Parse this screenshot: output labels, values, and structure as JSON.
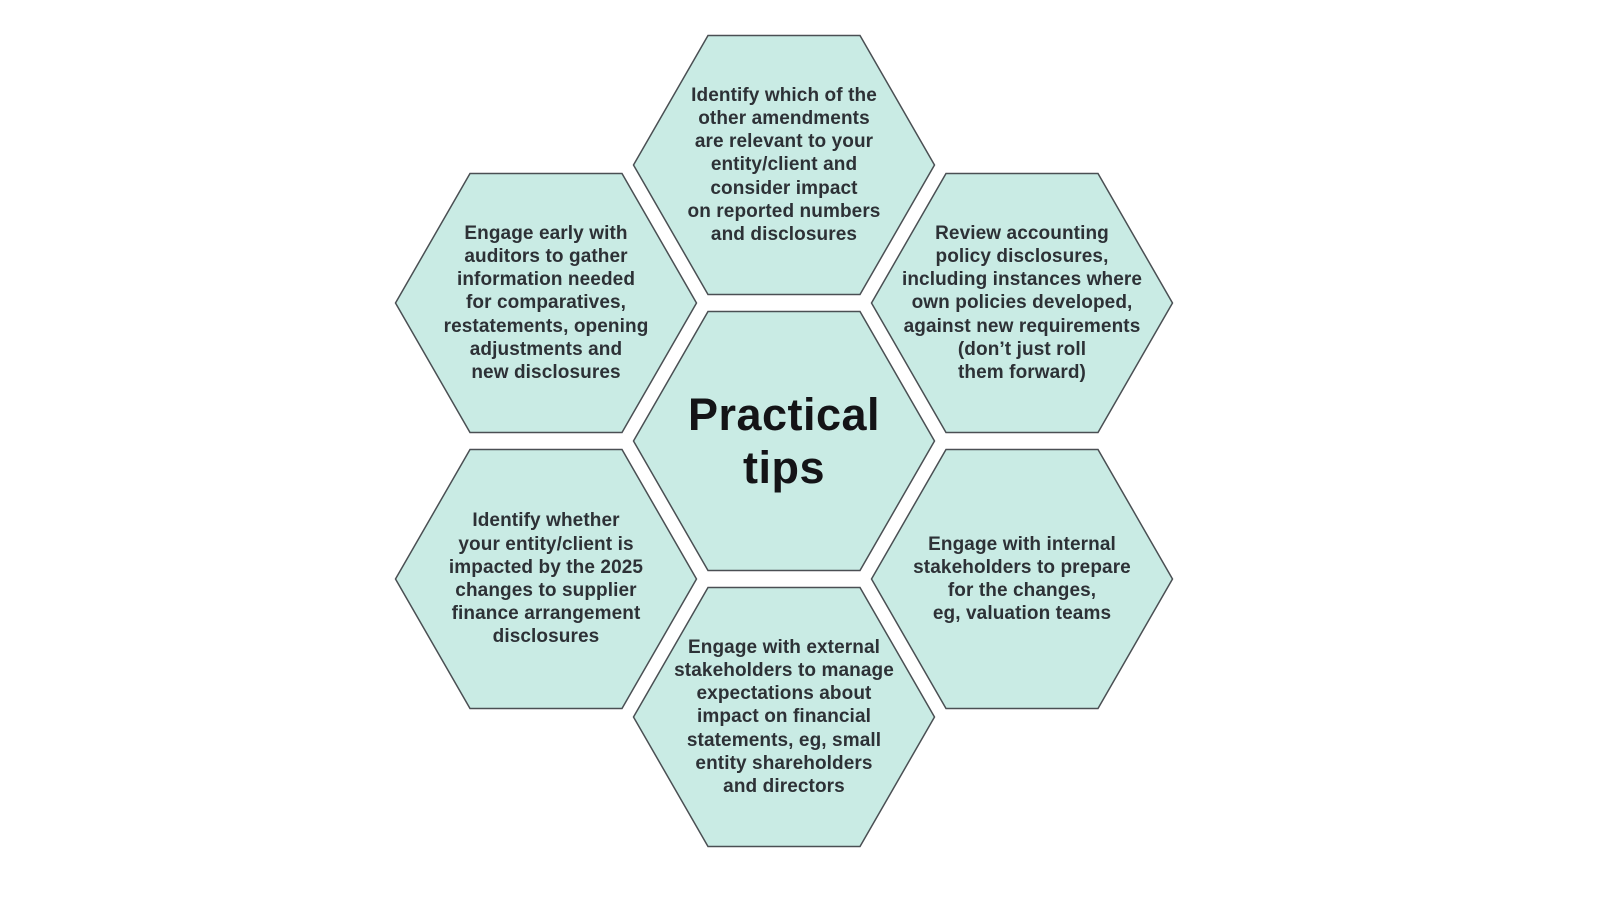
{
  "diagram": {
    "type": "honeycomb-hexagon-diagram",
    "center_label": "Practical\ntips",
    "tips": {
      "top": "Identify which of the\nother amendments\nare relevant to your\nentity/client and\nconsider impact\non reported numbers\nand disclosures",
      "upper_left": "Engage early with\nauditors to gather\ninformation needed\nfor comparatives,\nrestatements, opening\nadjustments and\nnew disclosures",
      "upper_right": "Review accounting\npolicy disclosures,\nincluding instances where\nown policies developed,\nagainst new requirements\n(don’t just roll\nthem forward)",
      "lower_left": "Identify whether\nyour entity/client is\nimpacted by the 2025\nchanges to supplier\nfinance arrangement\ndisclosures",
      "lower_right": "Engage with internal\nstakeholders to prepare\nfor the changes,\neg, valuation teams",
      "bottom": "Engage with external\nstakeholders to manage\nexpectations about\nimpact on financial\nstatements, eg, small\nentity shareholders\nand directors"
    },
    "colors": {
      "hexagon_fill": "#c9ebe4",
      "hexagon_border": "#4a4f53",
      "tip_text": "#2d3136",
      "center_text": "#141417",
      "background": "#ffffff"
    }
  }
}
